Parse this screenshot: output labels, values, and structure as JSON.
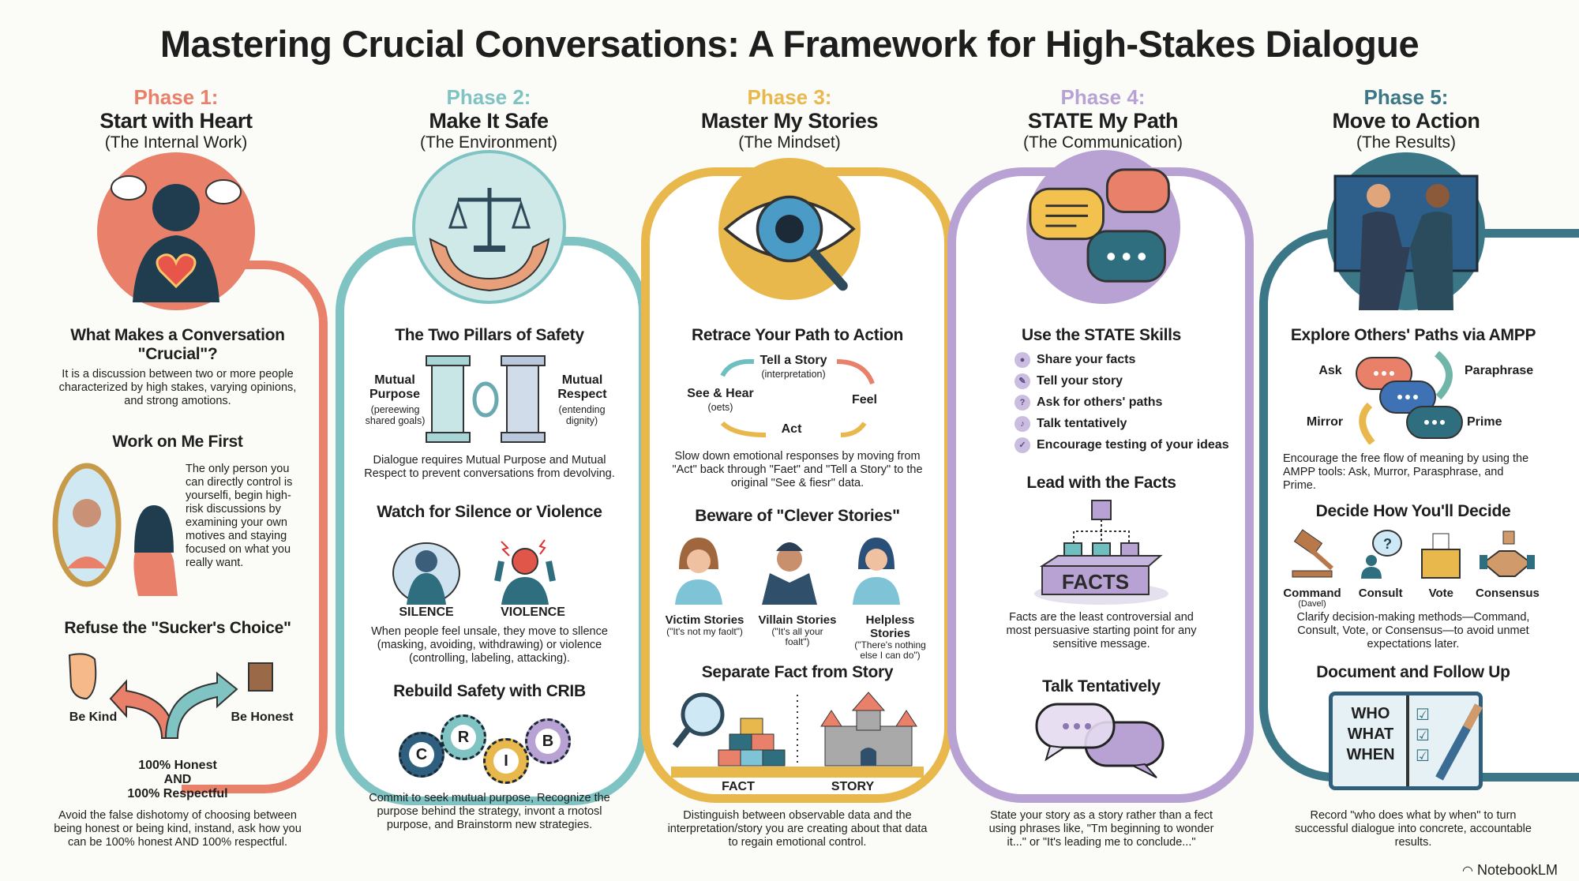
{
  "title": "Mastering Crucial Conversations: A Framework for High-Stakes Dialogue",
  "colors": {
    "phase1": "#e8806a",
    "phase2": "#7fc3c3",
    "phase3": "#e9b84c",
    "phase4": "#b7a2d3",
    "phase5": "#3b7787"
  },
  "phases": [
    {
      "label": "Phase 1:",
      "title": "Start with Heart",
      "subtitle": "(The Internal Work)"
    },
    {
      "label": "Phase 2:",
      "title": "Make It Safe",
      "subtitle": "(The Environment)"
    },
    {
      "label": "Phase 3:",
      "title": "Master My Stories",
      "subtitle": "(The Mindset)"
    },
    {
      "label": "Phase 4:",
      "title": "STATE My Path",
      "subtitle": "(The Communication)"
    },
    {
      "label": "Phase 5:",
      "title": "Move to Action",
      "subtitle": "(The Results)"
    }
  ],
  "p1": {
    "s1_title": "What Makes a Conversation \"Crucial\"?",
    "s1_text": "It is a discussion between two or more people characterized by high stakes, varying opinions, and strong amotions.",
    "s2_title": "Work on Me First",
    "s2_text": "The only person you can directly control is yourselfi, begin high-risk discussions by examining your own motives and staying focused on what you really want.",
    "s3_title": "Refuse the \"Sucker's Choice\"",
    "kind": "Be Kind",
    "honest": "Be Honest",
    "both1": "100% Honest",
    "both2": "AND",
    "both3": "100% Respectful",
    "s3_text": "Avoid the false dishotomy of choosing between being honest or being kind, instand, ask how you can be 100% honest AND 100% respectful."
  },
  "p2": {
    "s1_title": "The Two Pillars of Safety",
    "purpose": "Mutual Purpose",
    "purpose_sub": "(pereewing shared goals)",
    "respect": "Mutual Respect",
    "respect_sub": "(entending dignity)",
    "s1_text": "Dialogue requires Mutual Purpose and Mutual Respect to prevent conversations from devolving.",
    "s2_title": "Watch for Silence or Violence",
    "silence": "SILENCE",
    "violence": "VIOLENCE",
    "s2_text": "When people feel unsale, they move to sllence (masking, avoiding, withdrawing) or violence (controlling, labeling, attacking).",
    "s3_title": "Rebuild Safety with CRIB",
    "gears": [
      "C",
      "R",
      "I",
      "B"
    ],
    "s3_text": "Commit to seek mutual purpose, Recognize the purpose behind the strategy, invont a rnotosl purpose, and Brainstorm new strategies."
  },
  "p3": {
    "s1_title": "Retrace Your Path to Action",
    "tell": "Tell a Story",
    "tell_sub": "(interpretation)",
    "see": "See & Hear",
    "see_sub": "(oets)",
    "feel": "Feel",
    "act": "Act",
    "s1_text": "Slow down emotional responses by moving from \"Act\" back through \"Faet\" and \"Tell a Story\" to the original \"See & fiesr\" data.",
    "s2_title": "Beware of \"Clever Stories\"",
    "stories": [
      {
        "name": "Victim Stories",
        "quote": "(\"It's not my faolt\")"
      },
      {
        "name": "Villain Stories",
        "quote": "(\"It's all your foalt\")"
      },
      {
        "name": "Helpless Stories",
        "quote": "(\"There's nothing else I can do\")"
      }
    ],
    "s3_title": "Separate Fact from Story",
    "fact": "FACT",
    "story": "STORY",
    "s3_text": "Distinguish between observable data and the interpretation/story you are creating about that data to regain emotional control."
  },
  "p4": {
    "s1_title": "Use the STATE Skills",
    "skills": [
      "Share your facts",
      "Tell your story",
      "Ask for others' paths",
      "Talk tentatively",
      "Encourage testing of your ideas"
    ],
    "s2_title": "Lead with the Facts",
    "facts_box": "FACTS",
    "s2_text": "Facts are the least controversial and most persuasive starting point for any sensitive message.",
    "s3_title": "Talk Tentatively",
    "s3_text": "State your story as a story rather than a fect using phrases like, \"Tm beginning to wonder it...\" or \"It's leading me to conclude...\""
  },
  "p5": {
    "s1_title": "Explore Others' Paths via AMPP",
    "ask": "Ask",
    "paraphrase": "Paraphrase",
    "mirror": "Mirror",
    "prime": "Prime",
    "s1_text": "Encourage the free flow of meaning by using the AMPP tools: Ask, Murror, Parasphrase, and Prime.",
    "s2_title": "Decide How You'll Decide",
    "methods": [
      "Command",
      "Consult",
      "Vote",
      "Consensus"
    ],
    "command_sub": "(Davel)",
    "s2_text": "Clarify decision-making methods—Command, Consult, Vote, or Consensus—to avoid unmet expectations later.",
    "s3_title": "Document and Follow Up",
    "who": "WHO",
    "what": "WHAT",
    "when": "WHEN",
    "s3_text": "Record \"who does what by when\" to turn successful dialogue into concrete, accountable results."
  },
  "brand": "NotebookLM"
}
